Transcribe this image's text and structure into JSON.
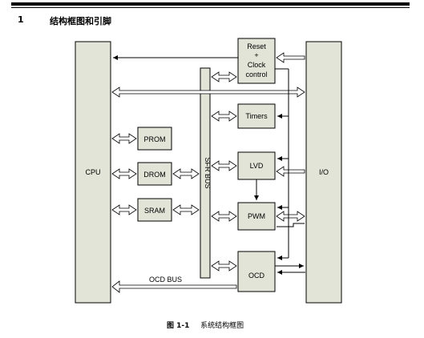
{
  "section": {
    "number": "1",
    "title": "结构框图和引脚"
  },
  "diagram": {
    "blocks": {
      "cpu": "CPU",
      "io": "I/O",
      "sfr_bus": "SFR BUS",
      "prom": "PROM",
      "drom": "DROM",
      "sram": "SRAM",
      "reset_clock": [
        "Reset",
        "+",
        "Clock",
        "control"
      ],
      "timers": "Timers",
      "lvd": "LVD",
      "pwm": "PWM",
      "ocd": "OCD",
      "ocd_bus": "OCD BUS"
    }
  },
  "caption": {
    "figure_number": "图 1-1",
    "text": "系统结构框图"
  },
  "colors": {
    "block_fill": "#e2e4d8",
    "line": "#000000"
  }
}
